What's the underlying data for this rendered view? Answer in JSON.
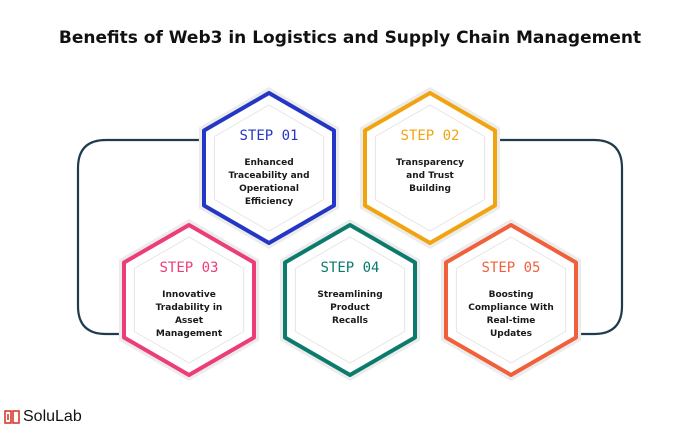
{
  "title": "Benefits of Web3 in Logistics and Supply Chain Management",
  "colors": {
    "connector": "#1f3b4d",
    "hex_fill": "#ffffff",
    "hex_shadow": "#ececec"
  },
  "steps": [
    {
      "label": "STEP 01",
      "lines": [
        "Enhanced",
        "Traceability and",
        "Operational",
        "Efficiency"
      ],
      "color": "#2436c6"
    },
    {
      "label": "STEP 02",
      "lines": [
        "Transparency",
        "and Trust",
        "Building"
      ],
      "color": "#f2a40f"
    },
    {
      "label": "STEP 03",
      "lines": [
        "Innovative",
        "Tradability in",
        "Asset",
        "Management"
      ],
      "color": "#ec3d77"
    },
    {
      "label": "STEP 04",
      "lines": [
        "Streamlining",
        "Product",
        "Recalls"
      ],
      "color": "#0c7a6c"
    },
    {
      "label": "STEP 05",
      "lines": [
        "Boosting",
        "Compliance With",
        "Real-time",
        "Updates"
      ],
      "color": "#f0603a"
    }
  ],
  "logo": {
    "text": "SoluLab",
    "color": "#d83a2e"
  }
}
